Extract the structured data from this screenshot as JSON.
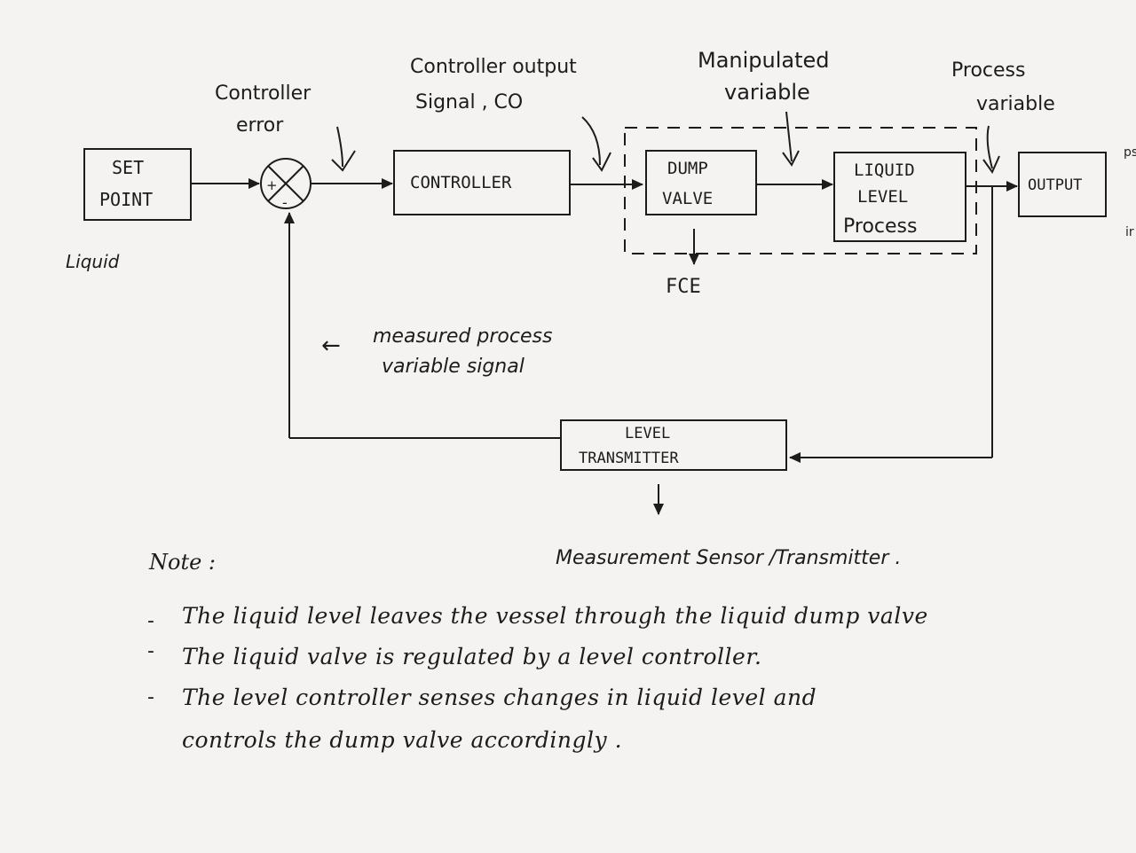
{
  "blocks": {
    "set_point": [
      "SET",
      "POINT"
    ],
    "controller": "CONTROLLER",
    "dump_valve": [
      "DUMP",
      "VALVE"
    ],
    "liquid_level_process": [
      "LIQUID",
      "LEVEL",
      "Process"
    ],
    "output": "OUTPUT",
    "level_transmitter": [
      "LEVEL",
      "TRANSMITTER"
    ]
  },
  "summing_junction": {
    "plus": "+",
    "minus": "-"
  },
  "labels": {
    "liquid": "Liquid",
    "controller_error": [
      "Controller",
      "error"
    ],
    "controller_output_signal": [
      "Controller output",
      "Signal , CO"
    ],
    "manipulated_variable": [
      "Manipulated",
      "variable"
    ],
    "process_variable": [
      "Process",
      "variable"
    ],
    "fce": "FCE",
    "measured_process_variable_signal": [
      "measured process",
      "variable signal"
    ],
    "measured_arrow": "←",
    "measurement_sensor": "Measurement Sensor /Transmitter ."
  },
  "note": {
    "title": "Note :",
    "bullets": [
      "The liquid level leaves the vessel through the liquid dump valve",
      "The liquid valve is regulated by a level controller.",
      "The level controller senses changes in liquid level and"
    ],
    "continuation": "controls the dump valve accordingly ."
  },
  "edge_fragments": {
    "top_right": "ps",
    "mid_right": "ir"
  }
}
